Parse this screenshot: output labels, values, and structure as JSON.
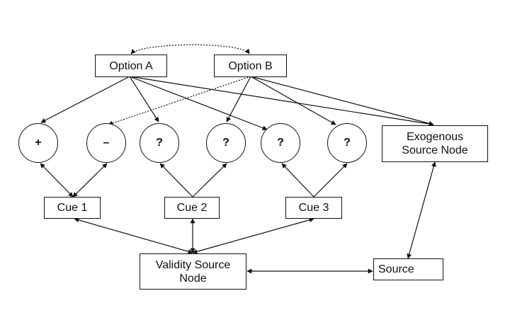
{
  "nodes": {
    "option_a": "Option A",
    "option_b": "Option B",
    "exogenous": [
      "Exogenous",
      "Source Node"
    ],
    "circle_1": "+",
    "circle_2": "–",
    "circle_3": "?",
    "circle_4": "?",
    "circle_5": "?",
    "circle_6": "?",
    "cue_1": "Cue 1",
    "cue_2": "Cue 2",
    "cue_3": "Cue 3",
    "validity": [
      "Validity Source",
      "Node"
    ],
    "source": "Source"
  }
}
